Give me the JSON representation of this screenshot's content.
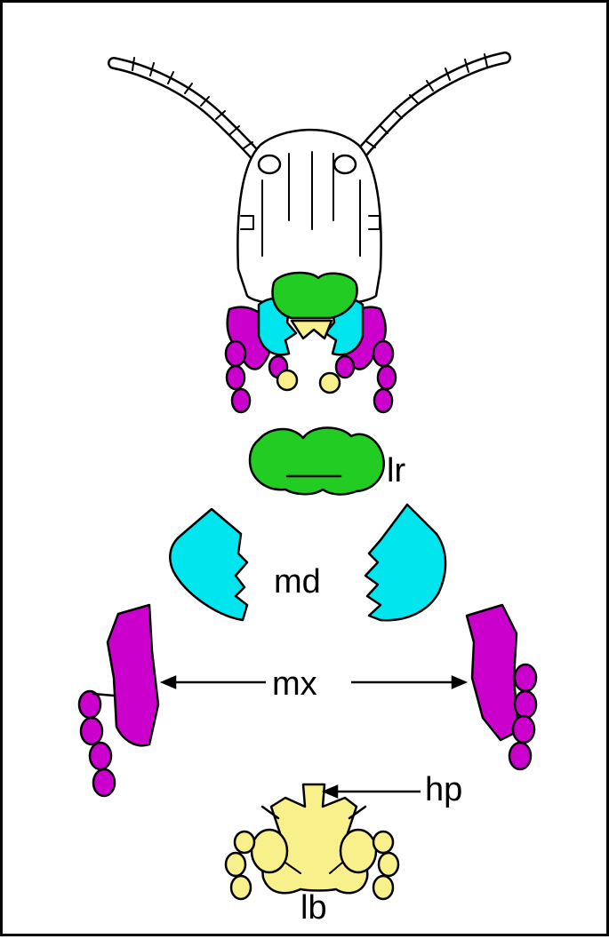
{
  "diagram": {
    "labels": {
      "labrum": "lr",
      "mandibles": "md",
      "maxillae": "mx",
      "hypopharynx": "hp",
      "labium": "lb"
    },
    "colors": {
      "labrum": "#22cc22",
      "mandible": "#00e5ee",
      "maxilla": "#cc00cc",
      "labium": "#f8f08a",
      "outline": "#000000",
      "background": "#ffffff"
    }
  }
}
